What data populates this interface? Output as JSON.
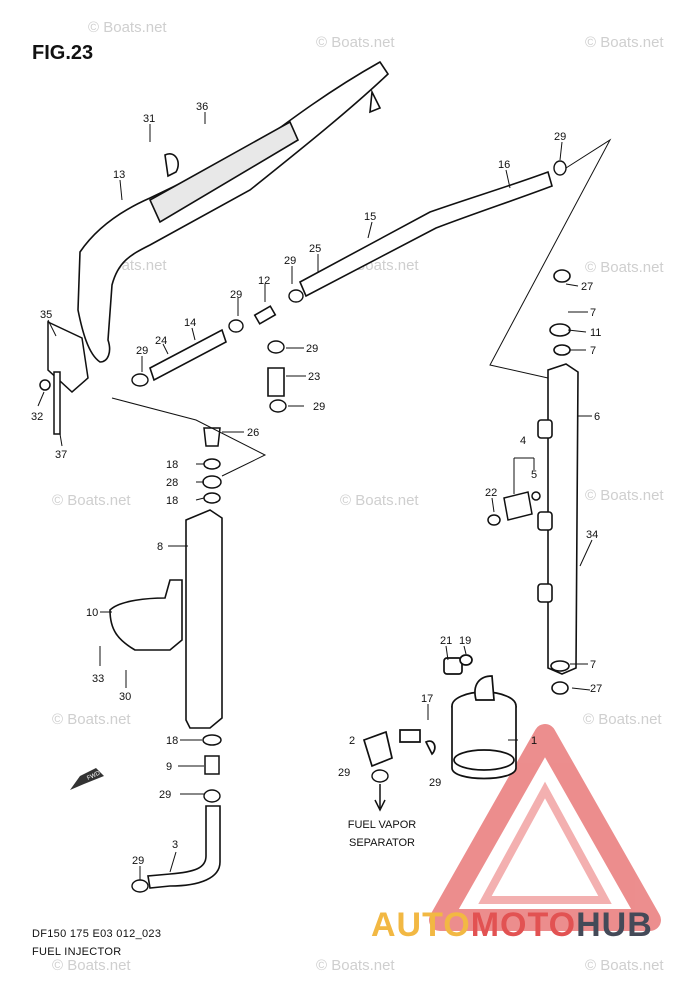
{
  "figure": {
    "title": "FIG.23"
  },
  "footer": {
    "code": "DF150 175 E03 012_023",
    "caption": "FUEL INJECTOR"
  },
  "note": {
    "line1": "FUEL VAPOR",
    "line2": "SEPARATOR"
  },
  "fwd_label": "FWD",
  "watermark": "© Boats.net",
  "brand": {
    "part1": "AUTO",
    "part2": "MOTO",
    "part3": "HUB",
    "color1": "#f2b843",
    "color2": "#e25252",
    "color3": "#444a58"
  },
  "callouts": [
    "36",
    "31",
    "29",
    "13",
    "16",
    "15",
    "25",
    "29",
    "27",
    "12",
    "29",
    "7",
    "35",
    "14",
    "11",
    "24",
    "29",
    "29",
    "7",
    "23",
    "32",
    "29",
    "6",
    "37",
    "26",
    "4",
    "18",
    "28",
    "5",
    "18",
    "22",
    "8",
    "34",
    "10",
    "21",
    "19",
    "33",
    "30",
    "17",
    "1",
    "18",
    "2",
    "9",
    "29",
    "29",
    "29",
    "3",
    "29"
  ]
}
